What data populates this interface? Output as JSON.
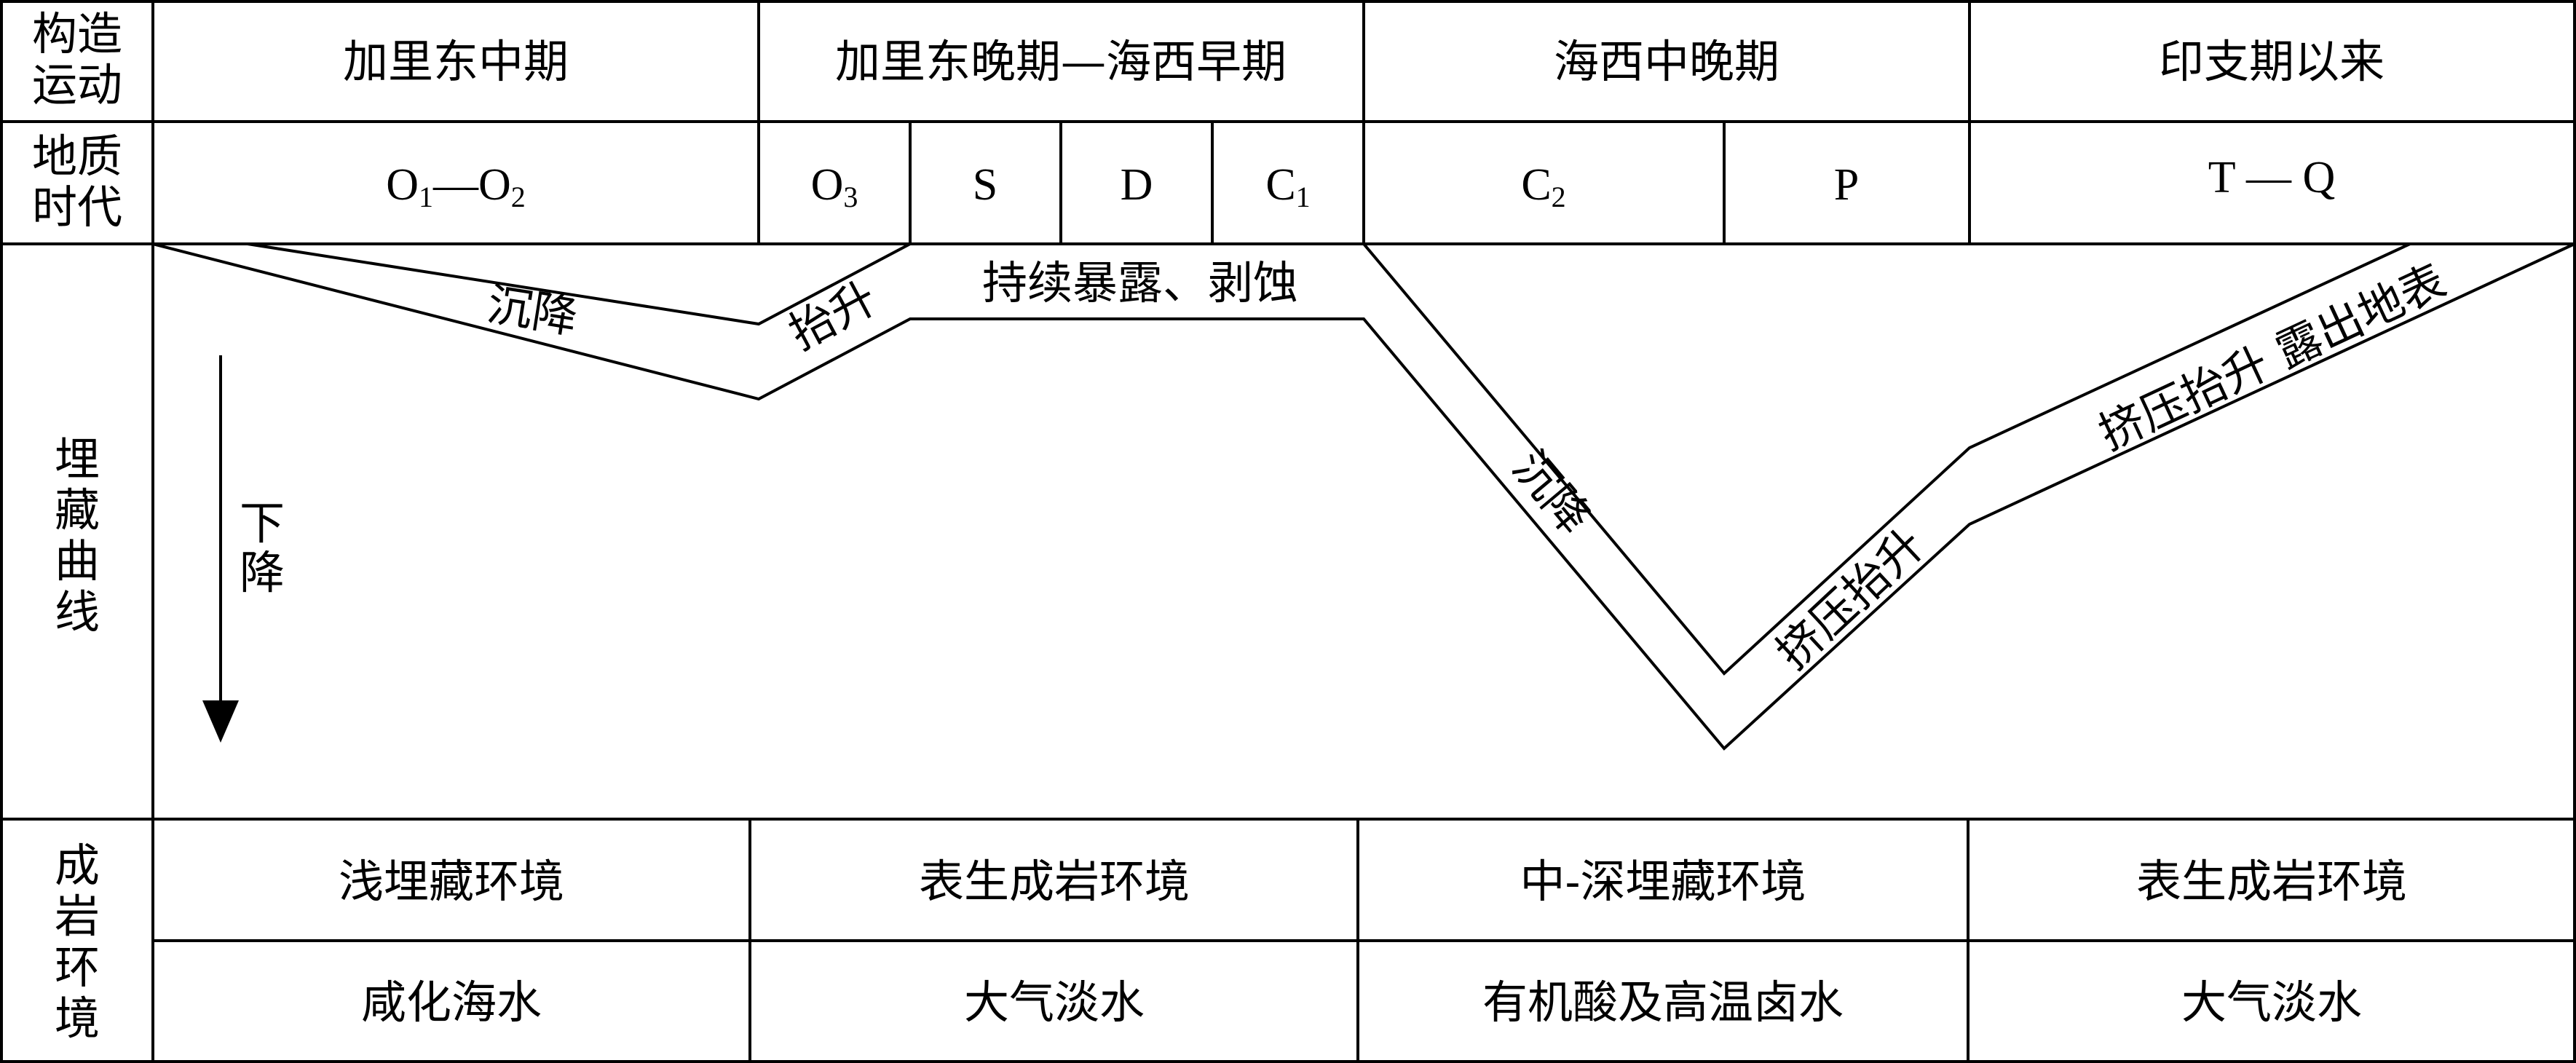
{
  "row_headers": {
    "tectonic": [
      "构造",
      "运动"
    ],
    "period": [
      "地质",
      "时代"
    ],
    "burial": [
      "埋",
      "藏",
      "曲",
      "线"
    ],
    "diagenetic": [
      "成",
      "岩",
      "环",
      "境"
    ]
  },
  "tectonic_movements": [
    "加里东中期",
    "加里东晚期—海西早期",
    "海西中晚期",
    "印支期以来"
  ],
  "periods": {
    "o1_o2": {
      "a": "O",
      "a_sub": "1",
      "dash": "—",
      "b": "O",
      "b_sub": "2"
    },
    "o3": {
      "a": "O",
      "a_sub": "3"
    },
    "s": "S",
    "d": "D",
    "c1": {
      "a": "C",
      "a_sub": "1"
    },
    "c2": {
      "a": "C",
      "a_sub": "2"
    },
    "p": "P",
    "t_q": "T — Q"
  },
  "curve_labels": {
    "subsidence_1": "沉降",
    "uplift_1": "抬升",
    "exposure": "持续暴露、剥蚀",
    "subsidence_2": "沉降",
    "compression_uplift": "挤压抬升",
    "compression_exposure": "挤压抬升  露出地表"
  },
  "arrow_label": [
    "下",
    "降"
  ],
  "environments": [
    "浅埋藏环境",
    "表生成岩环境",
    "中-深埋藏环境",
    "表生成岩环境"
  ],
  "fluids": [
    "咸化海水",
    "大气淡水",
    "有机酸及高温卤水",
    "大气淡水"
  ]
}
